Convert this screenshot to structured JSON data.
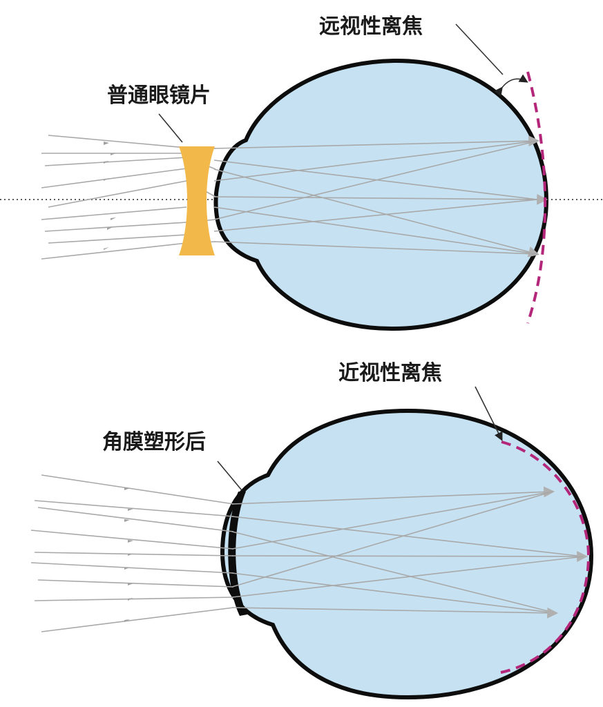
{
  "top_panel": {
    "label_defocus": "远视性离焦",
    "label_lens": "普通眼镜片"
  },
  "bottom_panel": {
    "label_defocus": "近视性离焦",
    "label_cornea": "角膜塑形后"
  },
  "colors": {
    "eye_fill": "#c6e2f2",
    "eye_outline": "#0d0d0d",
    "lens": "#f2b94a",
    "rays": "#a8a8a8",
    "defocus_curve": "#b3267a"
  }
}
